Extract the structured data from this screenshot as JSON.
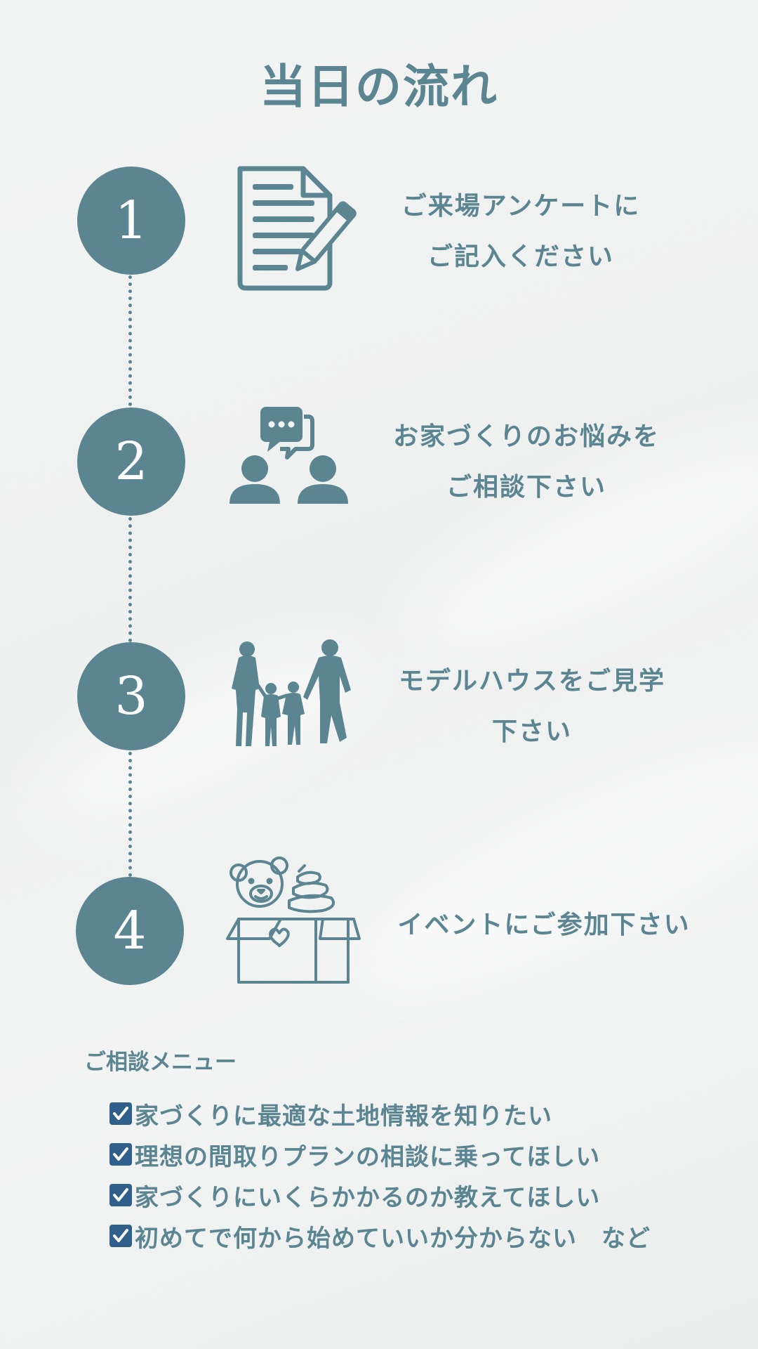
{
  "title": "当日の流れ",
  "steps": [
    {
      "number": "1",
      "icon": "document-pencil-icon",
      "line1": "ご来場アンケートに",
      "line2": "ご記入ください"
    },
    {
      "number": "2",
      "icon": "consultation-chat-icon",
      "line1": "お家づくりのお悩みを",
      "line2": "ご相談下さい"
    },
    {
      "number": "3",
      "icon": "family-walking-icon",
      "line1": "モデルハウスをご見学",
      "line2": "下さい"
    },
    {
      "number": "4",
      "icon": "toy-box-icon",
      "line1": "イベントにご参加下さい",
      "line2": ""
    }
  ],
  "menu": {
    "title": "ご相談メニュー",
    "items": [
      "家づくりに最適な土地情報を知りたい",
      "理想の間取りプランの相談に乗ってほしい",
      "家づくりにいくらかかるのか教えてほしい",
      "初めてで何から始めていいか分からない　など"
    ]
  },
  "colors": {
    "accent": "#5b8591",
    "check": "#2f5f8a",
    "background": "#f1f2f2"
  }
}
